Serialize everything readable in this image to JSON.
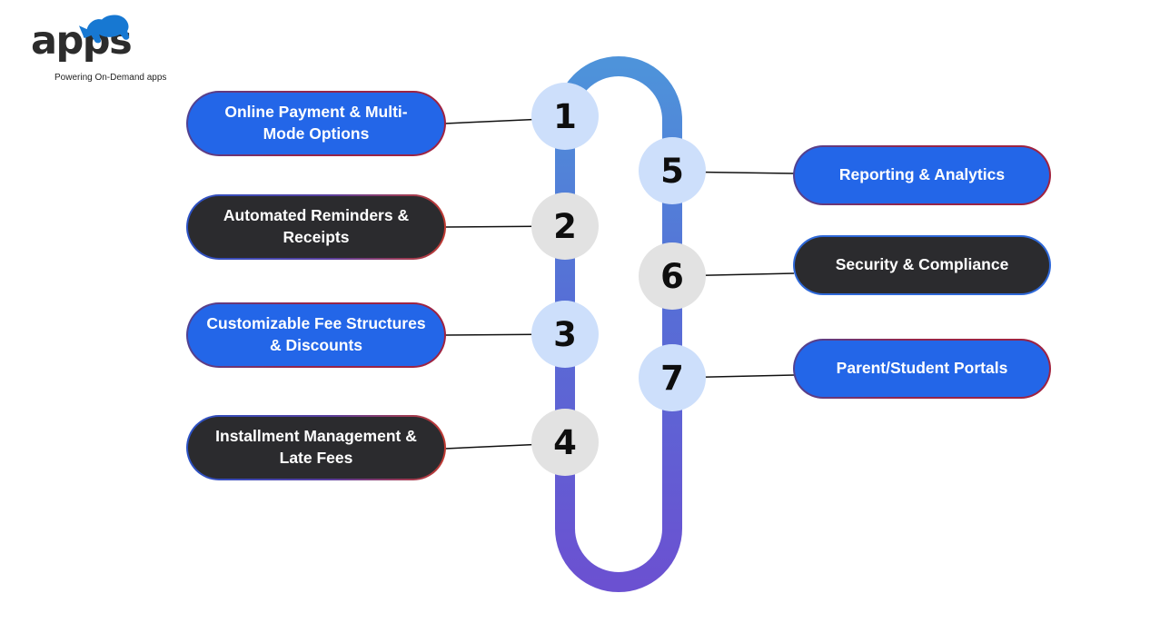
{
  "logo": {
    "name": "apps",
    "tagline": "Powering On-Demand apps",
    "rhino_color": "#1778d2"
  },
  "diagram": {
    "items": [
      {
        "num": "1",
        "label": "Online Payment & Multi-Mode Options",
        "variant": "blue",
        "side": "left"
      },
      {
        "num": "2",
        "label": "Automated Reminders & Receipts",
        "variant": "dark",
        "side": "left"
      },
      {
        "num": "3",
        "label": "Customizable Fee Structures & Discounts",
        "variant": "blue",
        "side": "left"
      },
      {
        "num": "4",
        "label": "Installment Management & Late Fees",
        "variant": "dark",
        "side": "left"
      },
      {
        "num": "5",
        "label": "Reporting & Analytics",
        "variant": "blue",
        "side": "right"
      },
      {
        "num": "6",
        "label": "Security & Compliance",
        "variant": "dark",
        "side": "right"
      },
      {
        "num": "7",
        "label": "Parent/Student Portals",
        "variant": "blue",
        "side": "right"
      }
    ]
  },
  "colors": {
    "pill_blue": "#2366e8",
    "pill_dark": "#2b2b2e",
    "circle_light_blue": "#cddffb",
    "circle_gray": "#e2e2e2",
    "loop_gradient_top": "#4e93da",
    "loop_gradient_mid": "#566fd6",
    "loop_gradient_bottom": "#6b51d1",
    "connector": "#111111",
    "pill_border_red": "#a02340",
    "pill_border_blue": "#2e68d8"
  }
}
